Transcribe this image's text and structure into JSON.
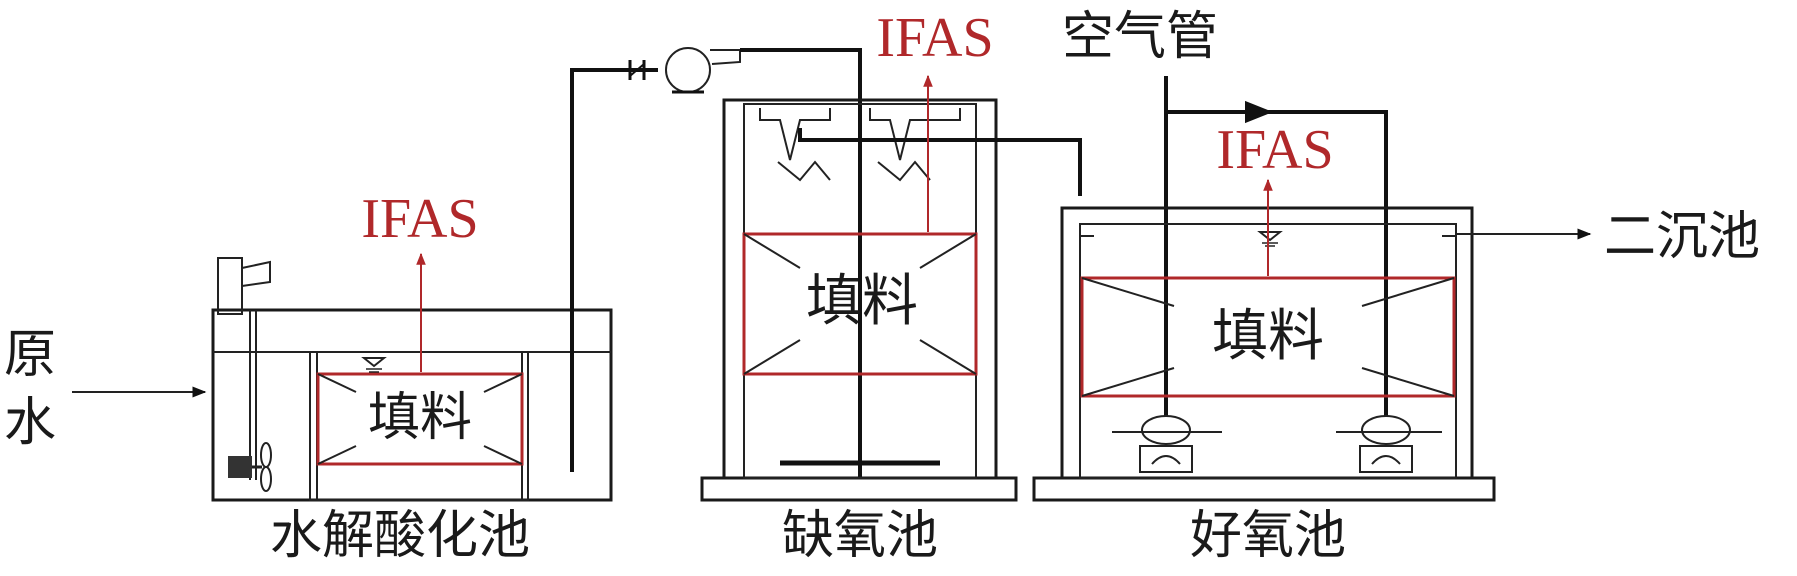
{
  "diagram": {
    "labels": {
      "raw_water": [
        "原",
        "水"
      ],
      "hydrolysis_tank": "水解酸化池",
      "anoxic_tank": "缺氧池",
      "aerobic_tank": "好氧池",
      "air_pipe": "空气管",
      "secondary_clarifier": "二沉池",
      "media": "填料",
      "ifas": "IFAS"
    },
    "colors": {
      "ink": "#1a1a1a",
      "accent": "#b0282a"
    },
    "icons": [
      "mixer-icon",
      "pump-icon",
      "check-valve-icon",
      "diffuser-icon",
      "water-level-icon",
      "flow-arrow-icon"
    ]
  }
}
